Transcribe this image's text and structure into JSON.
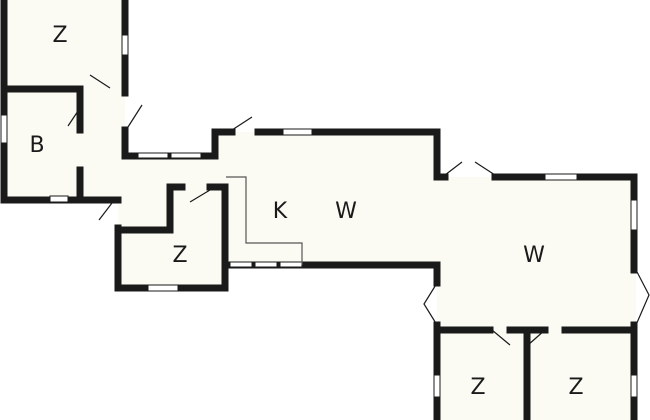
{
  "floor_plan": {
    "colors": {
      "floor": "#fbfbf3",
      "wall": "#1a1a1a"
    },
    "rooms": [
      {
        "id": "z-top-left",
        "label": "Z"
      },
      {
        "id": "bathroom",
        "label": "B"
      },
      {
        "id": "z-small",
        "label": "Z"
      },
      {
        "id": "kitchen",
        "label": "K"
      },
      {
        "id": "living-1",
        "label": "W"
      },
      {
        "id": "living-2",
        "label": "W"
      },
      {
        "id": "z-bottom-left",
        "label": "Z"
      },
      {
        "id": "z-bottom-right",
        "label": "Z"
      }
    ]
  }
}
